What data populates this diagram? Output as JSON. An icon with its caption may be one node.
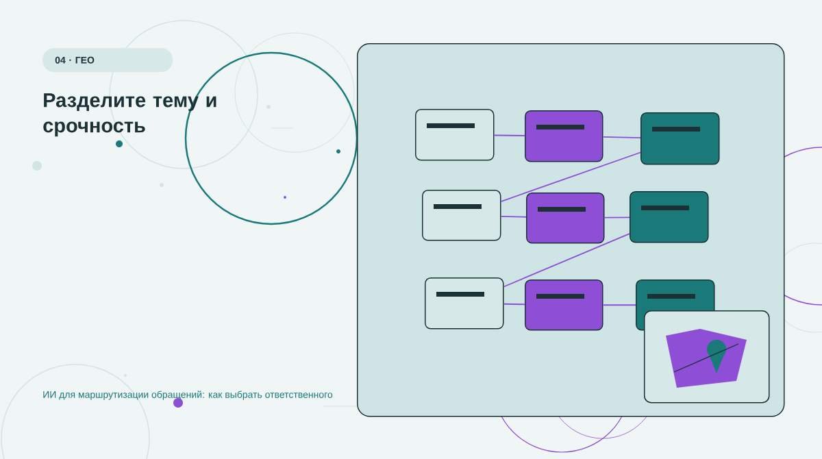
{
  "diagram": {
    "title": "Разделите тему и срочность",
    "caption": "ИИ для маршрутизации обращений: как выбрать ответственного",
    "nodes": [
      {
        "text": [
          "04 · ГЕО"
        ]
      },
      {
        "text": [],
        "shape": "box"
      },
      {
        "text": [],
        "shape": "box",
        "in": 1
      },
      {
        "text": [],
        "shape": "box",
        "in": 1
      },
      {
        "text": [],
        "shape": "box",
        "in": 1
      },
      {
        "text": [],
        "shape": "box",
        "in": 1
      },
      {
        "text": [],
        "shape": "box",
        "in": 1
      },
      {
        "text": [],
        "shape": "box",
        "in": 1
      },
      {
        "text": [],
        "shape": "box",
        "in": 1
      },
      {
        "text": [],
        "shape": "box",
        "in": 1
      },
      {
        "text": [],
        "shape": "box",
        "in": 1
      },
      {
        "text": [],
        "shape": "picture",
        "in": 1
      }
    ],
    "edges": [
      {
        "from": 2,
        "to": 3,
        "arrow": "none"
      },
      {
        "from": 3,
        "to": 4,
        "arrow": "none"
      },
      {
        "from": 5,
        "to": 4,
        "arrow": "none"
      },
      {
        "from": 5,
        "to": 6,
        "arrow": "none"
      },
      {
        "from": 6,
        "to": 7,
        "arrow": "none"
      },
      {
        "from": 8,
        "to": 7,
        "arrow": "none"
      },
      {
        "from": 8,
        "to": 9,
        "arrow": "none"
      },
      {
        "from": 9,
        "to": 10,
        "arrow": "none"
      }
    ]
  }
}
